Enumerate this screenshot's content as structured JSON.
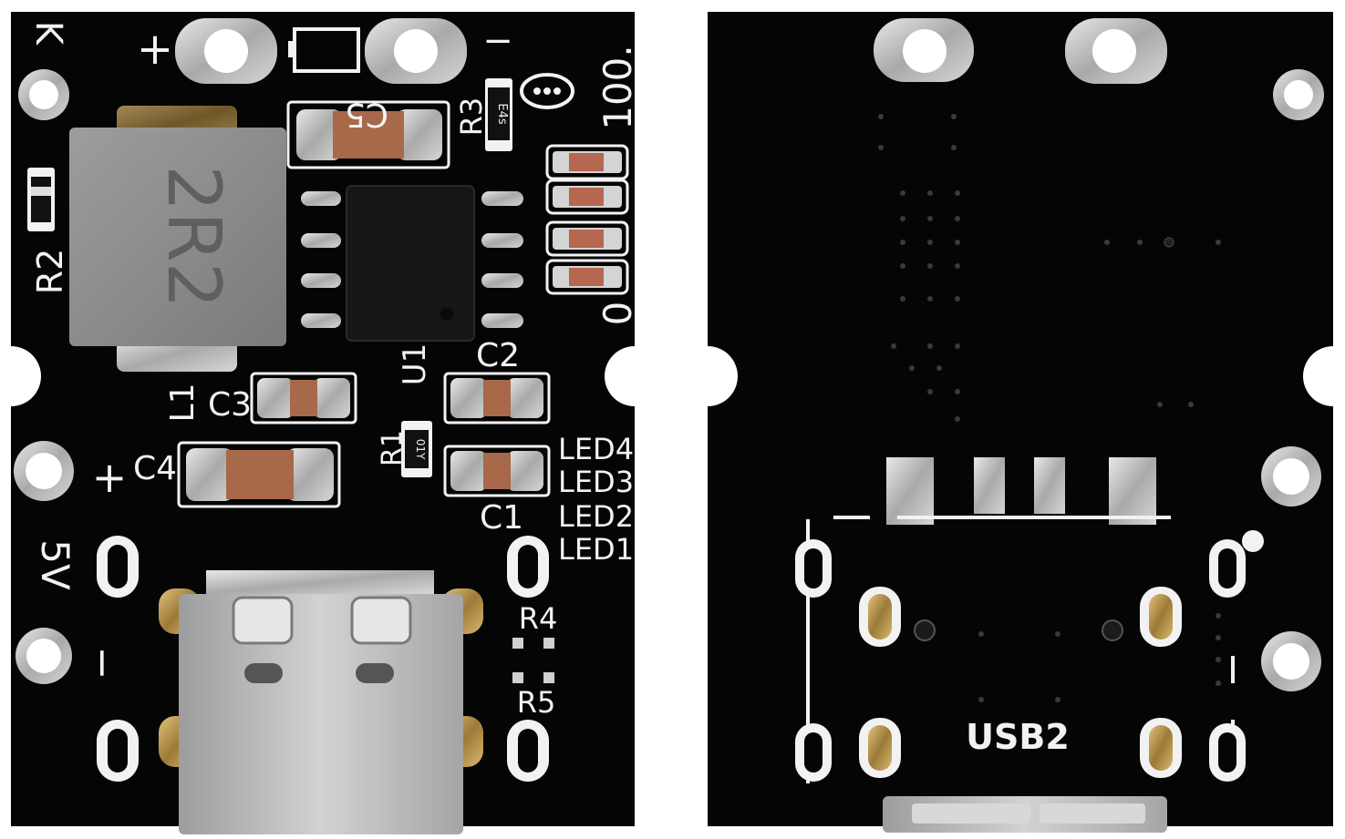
{
  "front_board": {
    "silkscreen": {
      "top_left": "K",
      "plus_top": "+",
      "minus_top": "−",
      "c5": "C5",
      "r3": "R3",
      "r3_code": "E4s",
      "r2": "R2",
      "l1": "L1",
      "c3": "C3",
      "u1": "U1",
      "c2": "C2",
      "r1": "R1",
      "r1_code": "01Y",
      "plus_left": "+",
      "c4": "C4",
      "c1": "C1",
      "led4": "LED4",
      "led3": "LED3",
      "led2": "LED2",
      "led1": "LED1",
      "five_v": "5V",
      "minus_left": "−",
      "r4": "R4",
      "r5": "R5",
      "scale_100": "100.",
      "scale_0": "0",
      "scale_o": "0"
    }
  },
  "back_board": {
    "silkscreen": {
      "usb_label": "USB2"
    }
  },
  "colors": {
    "pcb": "#050505",
    "silkscreen": "#f2f2f2",
    "pad_silver": "#c9c9c9",
    "pad_gold": "#c8a25a",
    "capacitor_body": "#a8684a",
    "inductor_body": "#8c8c8c",
    "chip_body": "#141414",
    "usb_shell": "#bdbdbd"
  }
}
